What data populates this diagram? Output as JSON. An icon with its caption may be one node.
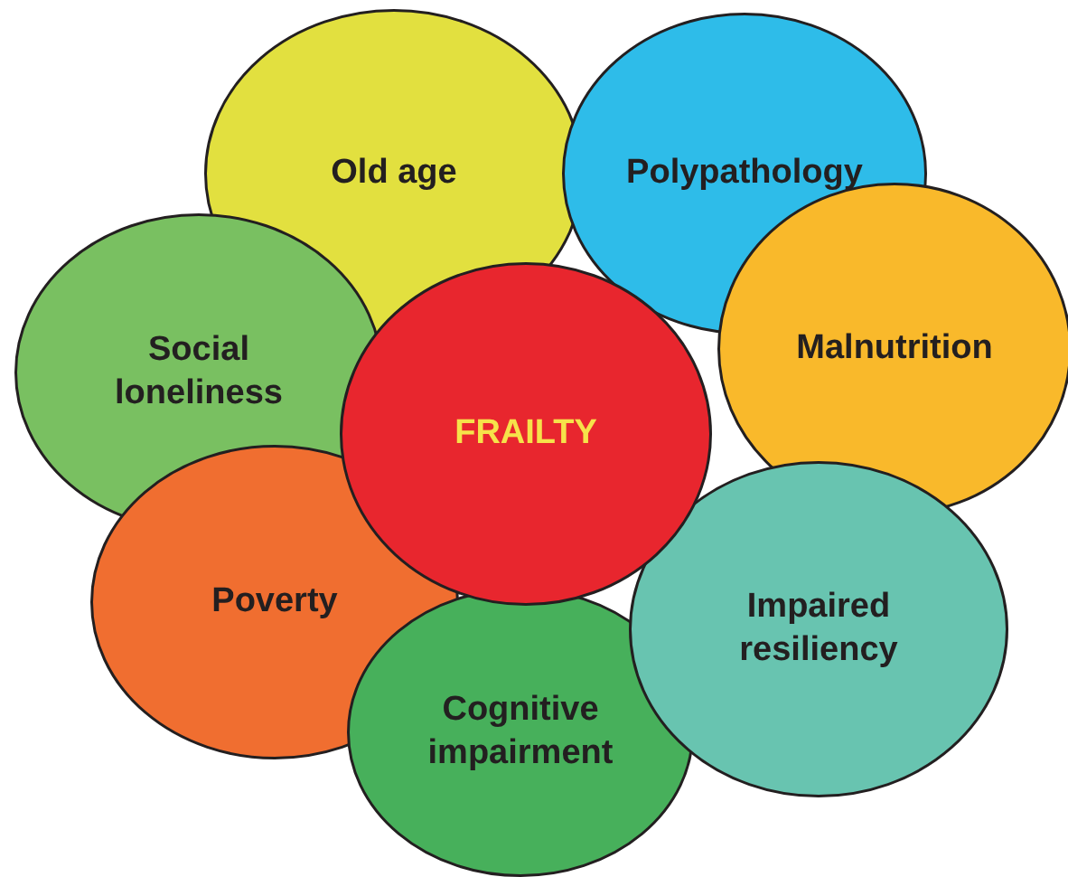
{
  "diagram": {
    "nodes": [
      {
        "text": [
          "Old age"
        ]
      },
      {
        "text": [
          "Polypathology"
        ]
      },
      {
        "text": [
          "Social loneliness"
        ]
      },
      {
        "text": [
          "FRAILTY"
        ]
      },
      {
        "text": [
          "Malnutrition"
        ]
      },
      {
        "text": [
          "Poverty"
        ]
      },
      {
        "text": [
          "Impaired resiliency"
        ]
      },
      {
        "text": [
          "Cognitive impairment"
        ]
      }
    ]
  }
}
